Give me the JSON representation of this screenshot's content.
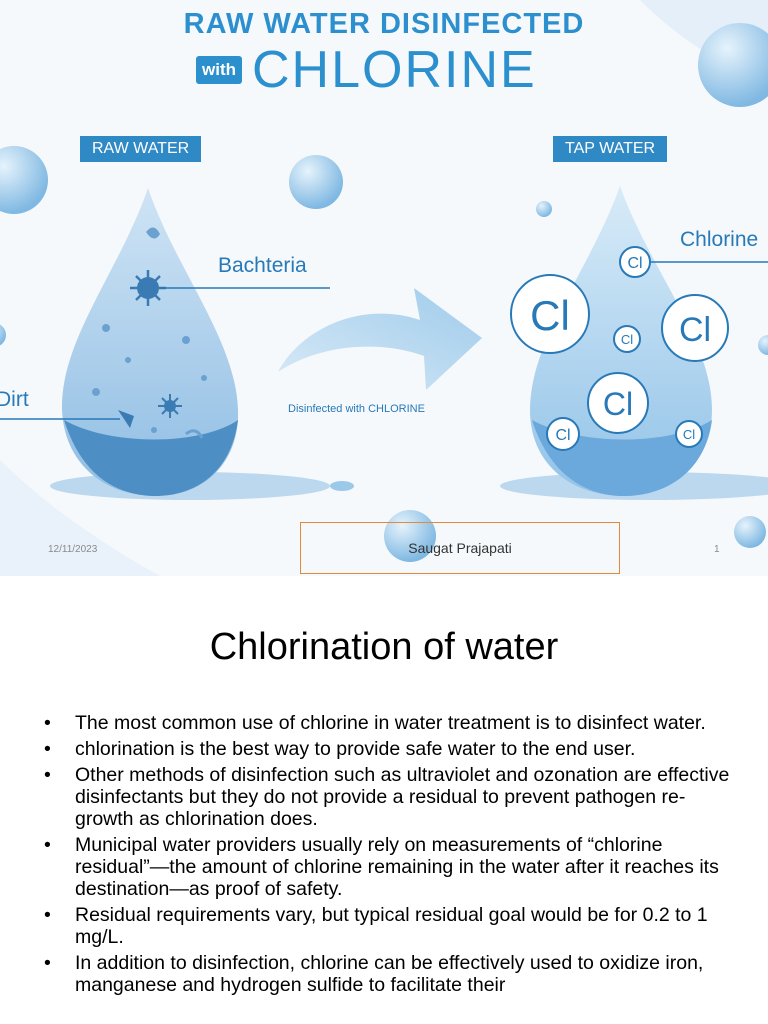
{
  "slide1": {
    "title_line1": "RAW WATER DISINFECTED",
    "title_with": "with",
    "title_chlorine": "CHLORINE",
    "raw_water_tag": "RAW WATER",
    "tap_water_tag": "TAP WATER",
    "bacteria_label": "Bachteria",
    "dirt_label": "Dirt",
    "chlorine_label": "Chlorine",
    "arrow_caption": "Disinfected with CHLORINE",
    "cl_symbol": "Cl",
    "footer": {
      "date": "12/11/2023",
      "author": "Saugat Prajapati",
      "page": "1"
    },
    "colors": {
      "accent": "#2c8fce",
      "drop": "#9cc8ea",
      "footer_border": "#e08a3c"
    }
  },
  "slide2": {
    "title": "Chlorination of water",
    "bullet_char": "•",
    "bullets": [
      "The most common use of chlorine in water treatment is to disinfect water.",
      "chlorination is the best way to provide safe water to the end user.",
      "Other methods of disinfection such as ultraviolet and ozonation are effective disinfectants but they do not provide a residual to prevent pathogen re-growth as chlorination does.",
      "Municipal water providers usually rely on measurements of “chlorine residual”—the amount of chlorine remaining in the water after it reaches its destination—as proof of safety.",
      "Residual requirements vary, but typical residual goal would be for 0.2 to 1 mg/L.",
      "In addition to disinfection, chlorine can be effectively used to oxidize iron, manganese and hydrogen sulfide to facilitate their"
    ]
  }
}
